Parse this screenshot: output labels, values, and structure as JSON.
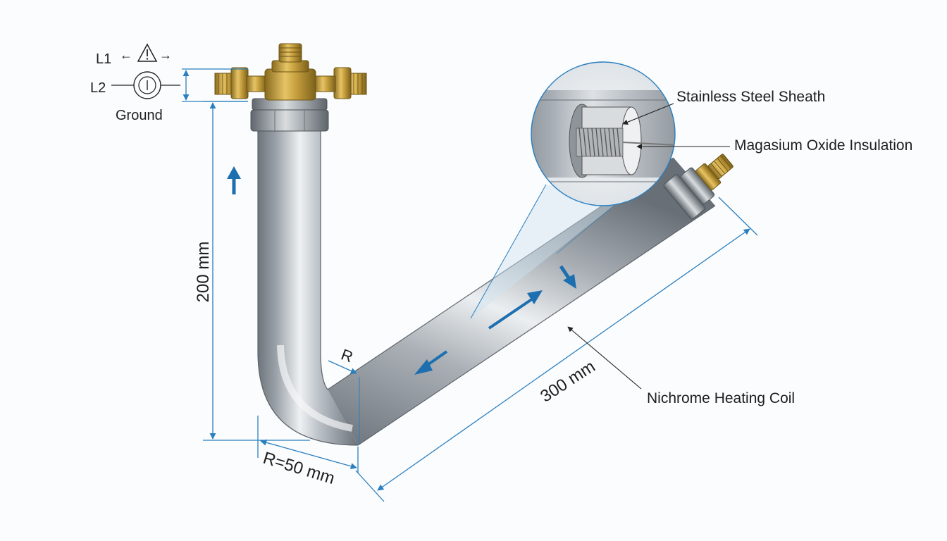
{
  "labels": {
    "l1": "L1",
    "l2": "L2",
    "ground": "Ground",
    "height_dim": "200 mm",
    "length_dim": "300 mm",
    "bend_radius_dim": "R=50 mm",
    "inner_radius": "R",
    "sheath": "Stainless Steel Sheath",
    "insulation": "Magasium Oxide Insulation",
    "coil": "Nichrome Heating Coil"
  },
  "symbols": {
    "warning_icon": "warning-triangle-icon",
    "power_icon": "circle-power-icon",
    "arrow_left": "←",
    "arrow_right": "→"
  },
  "colors": {
    "dimension_line": "#2a7fc0",
    "flow_arrow": "#1d6fb0",
    "brass": "#c9a240",
    "steel": "#a9afb6",
    "background": "#fbfcfd"
  }
}
